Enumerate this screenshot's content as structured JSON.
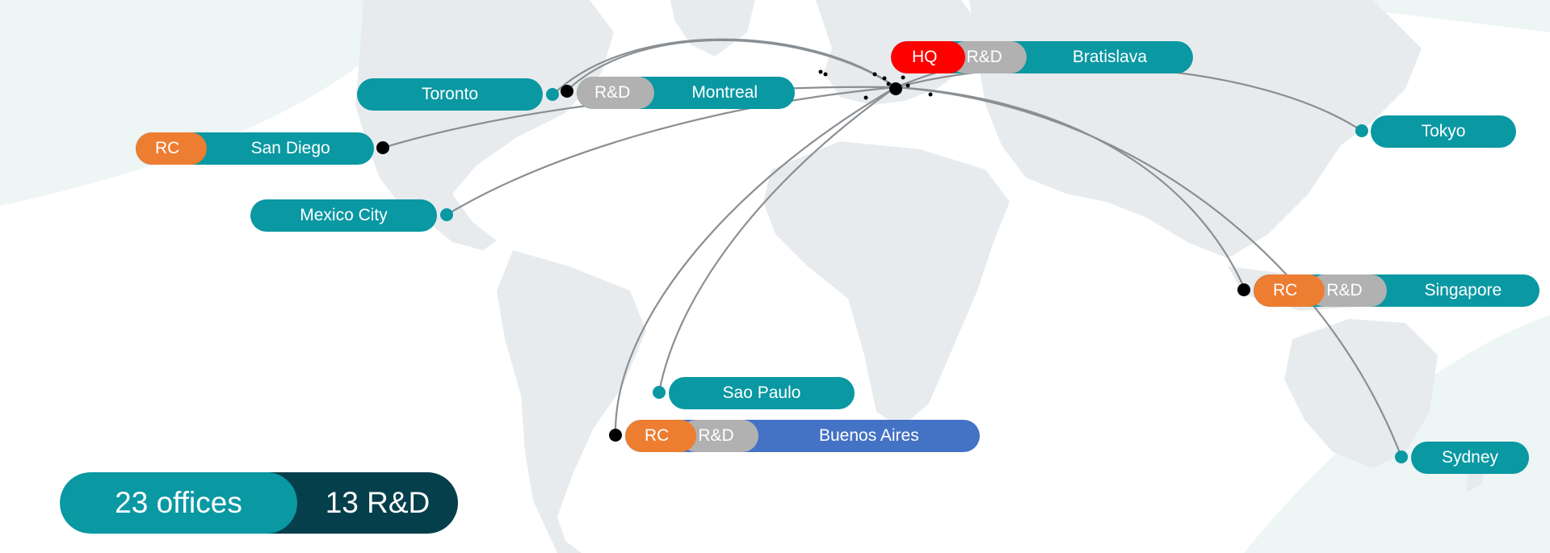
{
  "colors": {
    "teal": "#0a98a3",
    "dark_teal": "#053f4c",
    "hq_red": "#ff0000",
    "rc_orange": "#ed7d31",
    "rd_gray": "#b1b1b1",
    "buenos_aires_blue": "#4472c4",
    "land": "#e8ebee"
  },
  "offices": [
    {
      "id": "bratislava",
      "tags": [
        "HQ",
        "R&D"
      ],
      "city": "Bratislava",
      "marker": "black"
    },
    {
      "id": "montreal",
      "tags": [
        "R&D"
      ],
      "city": "Montreal",
      "marker": "black"
    },
    {
      "id": "toronto",
      "tags": [],
      "city": "Toronto",
      "marker": "teal"
    },
    {
      "id": "san-diego",
      "tags": [
        "RC"
      ],
      "city": "San Diego",
      "marker": "black"
    },
    {
      "id": "mexico-city",
      "tags": [],
      "city": "Mexico City",
      "marker": "teal"
    },
    {
      "id": "tokyo",
      "tags": [],
      "city": "Tokyo",
      "marker": "teal"
    },
    {
      "id": "singapore",
      "tags": [
        "RC",
        "R&D"
      ],
      "city": "Singapore",
      "marker": "black"
    },
    {
      "id": "sao-paulo",
      "tags": [],
      "city": "Sao Paulo",
      "marker": "teal"
    },
    {
      "id": "buenos-aires",
      "tags": [
        "RC",
        "R&D"
      ],
      "city": "Buenos Aires",
      "marker": "black"
    },
    {
      "id": "sydney",
      "tags": [],
      "city": "Sydney",
      "marker": "teal"
    }
  ],
  "summary": {
    "offices": "23 offices",
    "rd": "13 R&D"
  }
}
